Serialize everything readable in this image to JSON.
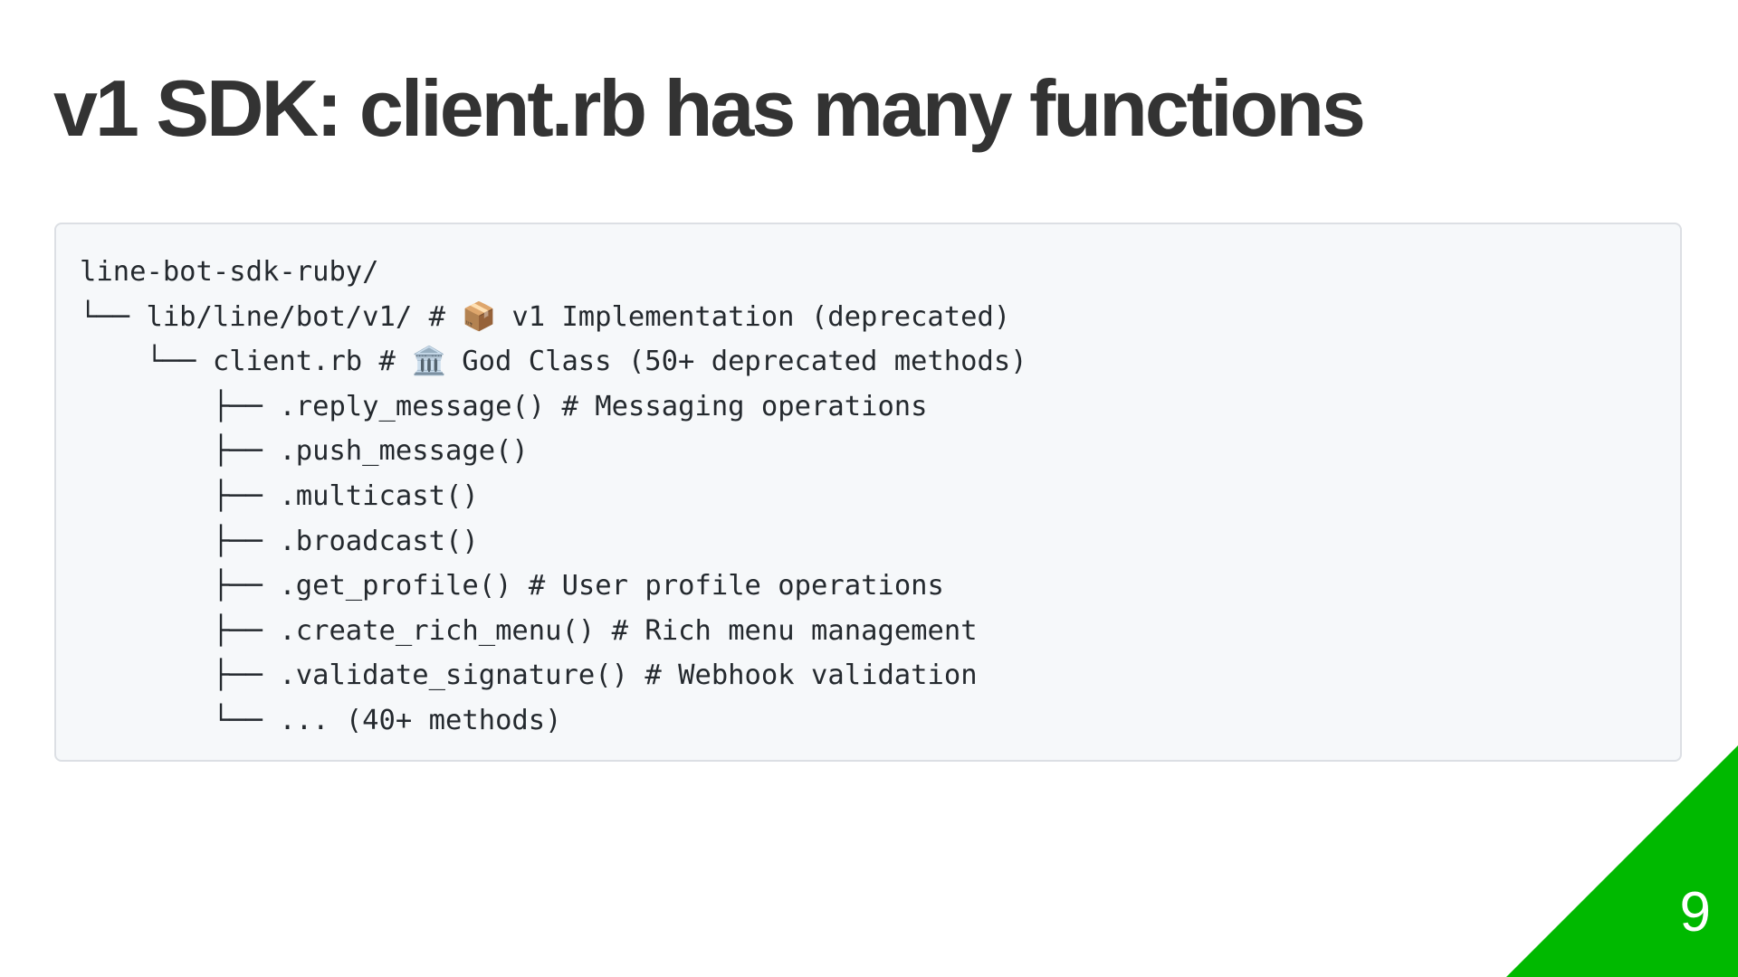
{
  "slide": {
    "title": "v1 SDK: client.rb has many functions",
    "page_number": "9",
    "accent_color": "#00b900"
  },
  "code_block": {
    "lines": [
      {
        "tree": "line-bot-sdk-ruby/",
        "comment": "",
        "emoji": "",
        "emoji_icon": "",
        "note": ""
      },
      {
        "tree": "└── lib/line/bot/v1/",
        "comment": "#",
        "emoji": "📦",
        "emoji_icon": "package-icon",
        "note": "v1 Implementation (deprecated)"
      },
      {
        "tree": "    └── client.rb",
        "comment": "#",
        "emoji": "🏛️",
        "emoji_icon": "classical-building-icon",
        "note": "God Class (50+ deprecated methods)"
      },
      {
        "tree": "        ├── .reply_message()",
        "comment": "#",
        "emoji": "",
        "emoji_icon": "",
        "note": "Messaging operations"
      },
      {
        "tree": "        ├── .push_message()",
        "comment": "",
        "emoji": "",
        "emoji_icon": "",
        "note": ""
      },
      {
        "tree": "        ├── .multicast()",
        "comment": "",
        "emoji": "",
        "emoji_icon": "",
        "note": ""
      },
      {
        "tree": "        ├── .broadcast()",
        "comment": "",
        "emoji": "",
        "emoji_icon": "",
        "note": ""
      },
      {
        "tree": "        ├── .get_profile()",
        "comment": "#",
        "emoji": "",
        "emoji_icon": "",
        "note": "User profile operations"
      },
      {
        "tree": "        ├── .create_rich_menu()",
        "comment": "#",
        "emoji": "",
        "emoji_icon": "",
        "note": "Rich menu management"
      },
      {
        "tree": "        ├── .validate_signature()",
        "comment": "#",
        "emoji": "",
        "emoji_icon": "",
        "note": "Webhook validation"
      },
      {
        "tree": "        └── ... (40+ methods)",
        "comment": "",
        "emoji": "",
        "emoji_icon": "",
        "note": ""
      }
    ]
  }
}
